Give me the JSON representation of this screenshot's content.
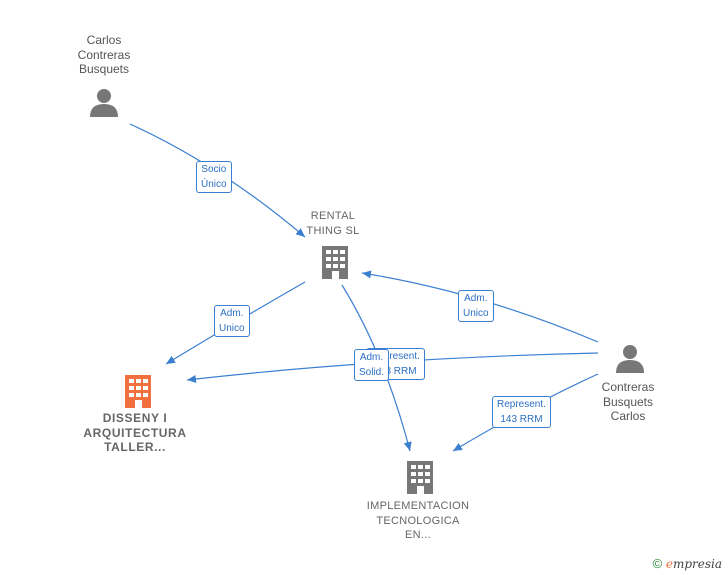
{
  "nodes": {
    "carlos_top": {
      "lines": [
        "Carlos",
        "Contreras",
        "Busquets"
      ]
    },
    "rental": {
      "lines": [
        "RENTAL",
        "THING  SL"
      ]
    },
    "disseny": {
      "lines": [
        "DISSENY I",
        "ARQUITECTURA",
        "TALLER..."
      ]
    },
    "implementacion": {
      "lines": [
        "IMPLEMENTACION",
        "TECNOLOGICA",
        "EN..."
      ]
    },
    "contreras_right": {
      "lines": [
        "Contreras",
        "Busquets",
        "Carlos"
      ]
    }
  },
  "edges": {
    "socio": {
      "lines": [
        "Socio",
        "Único"
      ]
    },
    "adm_left": {
      "lines": [
        "Adm.",
        "Unico"
      ]
    },
    "adm_right": {
      "lines": [
        "Adm.",
        "Unico"
      ]
    },
    "represent_mid": {
      "lines": [
        "Represent.",
        "143 RRM"
      ]
    },
    "adm_solid": {
      "lines": [
        "Adm.",
        "Solid."
      ]
    },
    "represent_lower": {
      "lines": [
        "Represent.",
        "143 RRM"
      ]
    }
  },
  "footer": {
    "copyright": "©",
    "brand_initial": "e",
    "brand_rest": "mpresia"
  },
  "colors": {
    "edge": "#3b7fd1",
    "person_icon": "#777777",
    "building_gray": "#777777",
    "building_highlight": "#f07040"
  }
}
